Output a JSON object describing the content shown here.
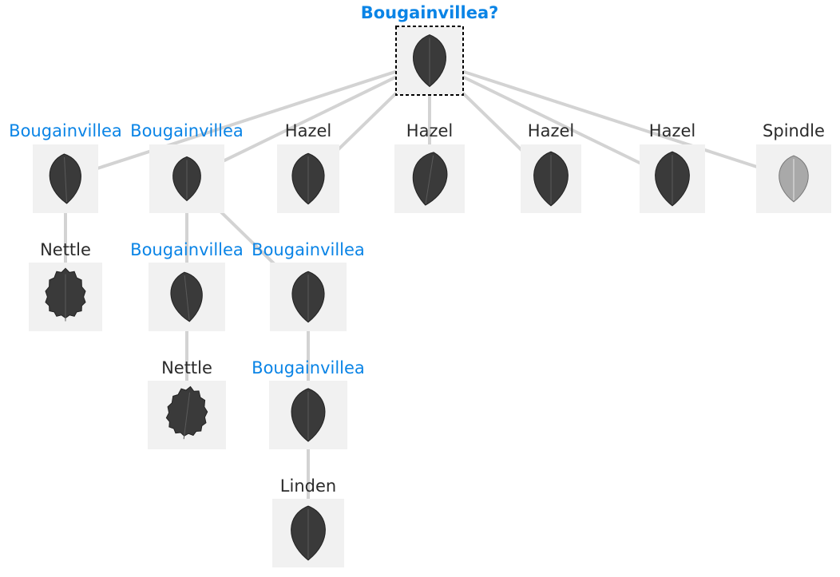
{
  "colors": {
    "match": "#0a84e6",
    "other": "#2b2b2b",
    "edge": "#d3d3d3",
    "thumb_bg": "#f1f1f1",
    "leaf": "#3a3a3a"
  },
  "root": {
    "label": "Bougainvillea?",
    "match": true,
    "icon": "leaf-icon"
  },
  "nodes": [
    {
      "id": "n1",
      "parent": "root",
      "label": "Bougainvillea",
      "match": true,
      "icon": "leaf-icon"
    },
    {
      "id": "n2",
      "parent": "root",
      "label": "Bougainvillea",
      "match": true,
      "icon": "leaf-icon"
    },
    {
      "id": "n3",
      "parent": "root",
      "label": "Hazel",
      "match": false,
      "icon": "leaf-icon"
    },
    {
      "id": "n4",
      "parent": "root",
      "label": "Hazel",
      "match": false,
      "icon": "leaf-icon"
    },
    {
      "id": "n5",
      "parent": "root",
      "label": "Hazel",
      "match": false,
      "icon": "leaf-icon"
    },
    {
      "id": "n6",
      "parent": "root",
      "label": "Hazel",
      "match": false,
      "icon": "leaf-icon"
    },
    {
      "id": "n7",
      "parent": "root",
      "label": "Spindle",
      "match": false,
      "icon": "leaf-icon"
    },
    {
      "id": "n8",
      "parent": "n1",
      "label": "Nettle",
      "match": false,
      "icon": "serrated-leaf-icon"
    },
    {
      "id": "n9",
      "parent": "n2",
      "label": "Bougainvillea",
      "match": true,
      "icon": "leaf-icon"
    },
    {
      "id": "n10",
      "parent": "n2",
      "label": "Bougainvillea",
      "match": true,
      "icon": "leaf-icon"
    },
    {
      "id": "n11",
      "parent": "n9",
      "label": "Nettle",
      "match": false,
      "icon": "serrated-leaf-icon"
    },
    {
      "id": "n12",
      "parent": "n10",
      "label": "Bougainvillea",
      "match": true,
      "icon": "leaf-icon"
    },
    {
      "id": "n13",
      "parent": "n12",
      "label": "Linden",
      "match": false,
      "icon": "leaf-icon"
    }
  ]
}
